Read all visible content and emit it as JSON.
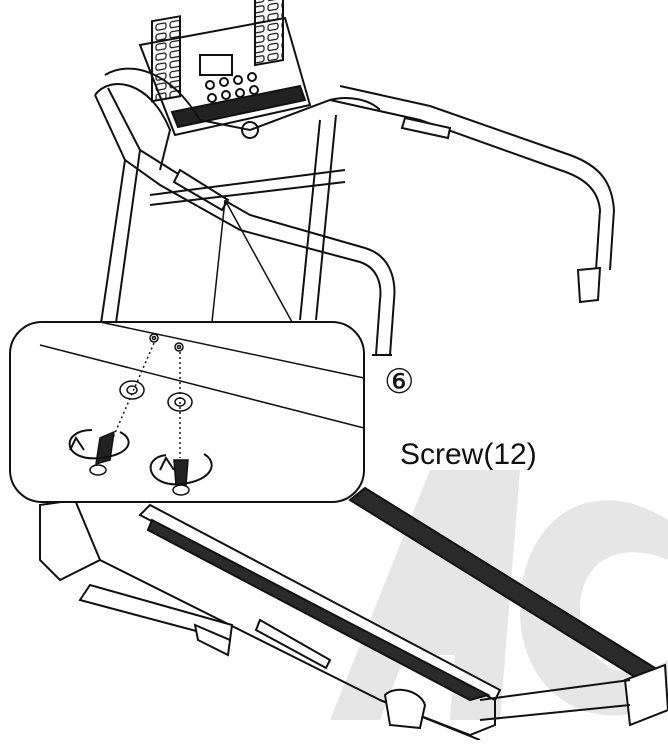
{
  "diagram": {
    "step_label": "⑥",
    "screw_label": "Screw(12)",
    "watermark": "AC",
    "colors": {
      "line": "#111111",
      "belt": "#2a2a2a",
      "watermark": "#e5e5e5",
      "background": "#ffffff"
    }
  }
}
